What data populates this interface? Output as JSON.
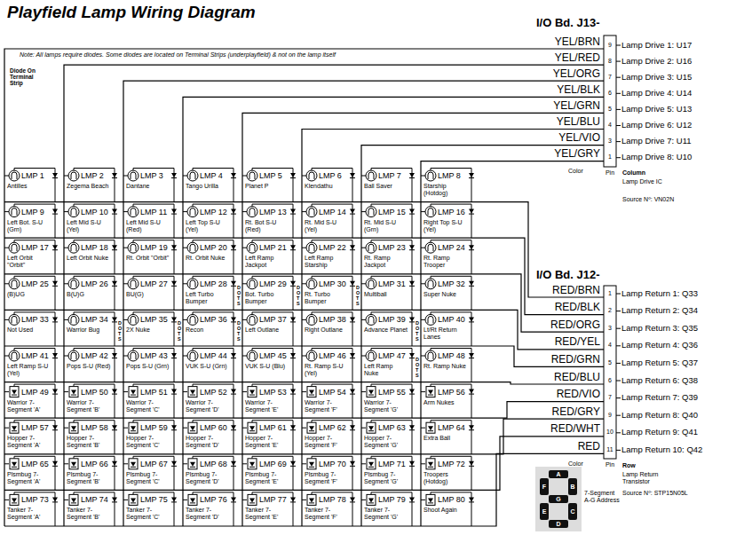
{
  "diagram": {
    "title": "Playfield Lamp Wiring Diagram",
    "nodes": [
      {
        "text": [
          "LMP 1",
          "Antilles"
        ]
      },
      {
        "text": [
          "LMP 2",
          "Zegema Beach"
        ]
      },
      {
        "text": [
          "LMP 3",
          "Dantane"
        ]
      },
      {
        "text": [
          "LMP 4",
          "Tango Urilla"
        ]
      },
      {
        "text": [
          "LMP 5",
          "Planet P"
        ]
      },
      {
        "text": [
          "LMP 6",
          "Klendathu"
        ]
      },
      {
        "text": [
          "LMP 7",
          "Ball Saver"
        ]
      },
      {
        "text": [
          "LMP 8",
          "Starship (Hotdog)"
        ]
      },
      {
        "text": [
          "LMP 9",
          "Left Bot. S-U (Grn)"
        ]
      },
      {
        "text": [
          "LMP 10",
          "Left Mid S-U (Yel)"
        ]
      },
      {
        "text": [
          "LMP 11",
          "Left Mid S-U (Red)"
        ]
      },
      {
        "text": [
          "LMP 12",
          "Left Top S-U (Yel)"
        ]
      },
      {
        "text": [
          "LMP 13",
          "Rt. Bot S-U (Red)"
        ]
      },
      {
        "text": [
          "LMP 14",
          "Rt. Mid S-U (Yel)"
        ]
      },
      {
        "text": [
          "LMP 15",
          "Rt. Mid S-U (Grn)"
        ]
      },
      {
        "text": [
          "LMP 16",
          "Right Top S-U (Yel)"
        ]
      },
      {
        "text": [
          "LMP 17",
          "Left Orbit \"Orbit\""
        ]
      },
      {
        "text": [
          "LMP 18",
          "Left Orbit Nuke"
        ]
      },
      {
        "text": [
          "LMP 19",
          "Rt. Orbit \"Orbit\""
        ]
      },
      {
        "text": [
          "LMP 20",
          "Rt. Orbit Nuke"
        ]
      },
      {
        "text": [
          "LMP 21",
          "Left Ramp Jackpot"
        ]
      },
      {
        "text": [
          "LMP 22",
          "Left Ramp Starship"
        ]
      },
      {
        "text": [
          "LMP 23",
          "Rt. Ramp Jackpot"
        ]
      },
      {
        "text": [
          "LMP 24",
          "Rt. Ramp Trooper"
        ]
      },
      {
        "text": [
          "LMP 25",
          "(B)UG"
        ]
      },
      {
        "text": [
          "LMP 26",
          "B(U)G"
        ]
      },
      {
        "text": [
          "LMP 27",
          "BU(G)"
        ]
      },
      {
        "text": [
          "LMP 28",
          "Left Turbo Bumper"
        ]
      },
      {
        "text": [
          "LMP 29",
          "Bot. Turbo Bumper"
        ]
      },
      {
        "text": [
          "LMP 30",
          "Rt. Turbo Bumper"
        ]
      },
      {
        "text": [
          "LMP 31",
          "Multiball"
        ]
      },
      {
        "text": [
          "LMP 32",
          "Super Nuke"
        ]
      },
      {
        "text": [
          "LMP 33",
          "Not Used"
        ]
      },
      {
        "text": [
          "LMP 34",
          "Warrior Bug"
        ]
      },
      {
        "text": [
          "LMP 35",
          "2X Nuke"
        ]
      },
      {
        "text": [
          "LMP 36",
          "Recon"
        ]
      },
      {
        "text": [
          "LMP 37",
          "Left Outlane"
        ]
      },
      {
        "text": [
          "LMP 38",
          "Right Outlane"
        ]
      },
      {
        "text": [
          "LMP 39",
          "Advance Planet"
        ]
      },
      {
        "text": [
          "LMP 40",
          "Lt/Rt Return Lanes"
        ]
      },
      {
        "text": [
          "LMP 41",
          "Left Ramp S-U (Yel)"
        ]
      },
      {
        "text": [
          "LMP 42",
          "Pops S-U (Red)"
        ]
      },
      {
        "text": [
          "LMP 43",
          "Pops S-U (Grn)"
        ]
      },
      {
        "text": [
          "LMP 44",
          "VUK S-U (Grn)"
        ]
      },
      {
        "text": [
          "LMP 45",
          "VUK S-U (Blu)"
        ]
      },
      {
        "text": [
          "LMP 46",
          "Rt. Ramp S-U (Yel)"
        ]
      },
      {
        "text": [
          "LMP 47",
          "Left Ramp Nuke"
        ]
      },
      {
        "text": [
          "LMP 48",
          "Rt. Ramp Nuke"
        ]
      },
      {
        "text": [
          "LMP 49",
          "Warrior 7-Segment 'A'"
        ]
      },
      {
        "text": [
          "LMP 50",
          "Warrior 7-Segment 'B'"
        ]
      },
      {
        "text": [
          "LMP 51",
          "Warrior 7-Segment 'C'"
        ]
      },
      {
        "text": [
          "LMP 52",
          "Warrior 7-Segment 'D'"
        ]
      },
      {
        "text": [
          "LMP 53",
          "Warrior 7-Segment 'E'"
        ]
      },
      {
        "text": [
          "LMP 54",
          "Warrior 7-Segment 'F'"
        ]
      },
      {
        "text": [
          "LMP 55",
          "Warrior 7-Segment 'G'"
        ]
      },
      {
        "text": [
          "LMP 56",
          "Arm Nukes"
        ]
      },
      {
        "text": [
          "LMP 57",
          "Hopper 7-Segment 'A'"
        ]
      },
      {
        "text": [
          "LMP 58",
          "Hopper 7-Segment 'B'"
        ]
      },
      {
        "text": [
          "LMP 59",
          "Hopper 7-Segment 'C'"
        ]
      },
      {
        "text": [
          "LMP 60",
          "Hopper 7-Segment 'D'"
        ]
      },
      {
        "text": [
          "LMP 61",
          "Hopper 7-Segment 'E'"
        ]
      },
      {
        "text": [
          "LMP 62",
          "Hopper 7-Segment 'F'"
        ]
      },
      {
        "text": [
          "LMP 63",
          "Hopper 7-Segment 'G'"
        ]
      },
      {
        "text": [
          "LMP 64",
          "Extra Ball"
        ]
      },
      {
        "text": [
          "LMP 65",
          "Plsmbug 7-Segment 'A'"
        ]
      },
      {
        "text": [
          "LMP 66",
          "Plsmbug 7-Segment 'B'"
        ]
      },
      {
        "text": [
          "LMP 67",
          "Plsmbug 7-Segment 'C'"
        ]
      },
      {
        "text": [
          "LMP 68",
          "Plsmbug 7-Segment 'D'"
        ]
      },
      {
        "text": [
          "LMP 69",
          "Plsmbug 7-Segment 'E'"
        ]
      },
      {
        "text": [
          "LMP 70",
          "Plsmbug 7-Segment 'F'"
        ]
      },
      {
        "text": [
          "LMP 71",
          "Plsmbug 7-Segment 'G'"
        ]
      },
      {
        "text": [
          "LMP 72",
          "Troopers (Hotdog)"
        ]
      },
      {
        "text": [
          "LMP 73",
          "Tanker 7-Segment 'A'"
        ]
      },
      {
        "text": [
          "LMP 74",
          "Tanker 7-Segment 'B'"
        ]
      },
      {
        "text": [
          "LMP 75",
          "Tanker 7-Segment 'C'"
        ]
      },
      {
        "text": [
          "LMP 76",
          "Tanker 7-Segment 'D'"
        ]
      },
      {
        "text": [
          "LMP 77",
          "Tanker 7-Segment 'E'"
        ]
      },
      {
        "text": [
          "LMP 78",
          "Tanker 7-Segment 'F'"
        ]
      },
      {
        "text": [
          "LMP 79",
          "Tanker 7-Segment 'G'"
        ]
      },
      {
        "text": [
          "LMP 80",
          "Shoot Again"
        ]
      }
    ],
    "labels": [
      "Note: All lamps require diodes. Some diodes are located on Terminal Strips (underplayfield) & not on the lamp itself",
      "Diode On Terminal Strip",
      "I/O Bd. J13-",
      "YEL/BRN",
      "YEL/RED",
      "YEL/ORG",
      "YEL/BLK",
      "YEL/GRN",
      "YEL/BLU",
      "YEL/VIO",
      "YEL/GRY",
      "9",
      "8",
      "7",
      "6",
      "5",
      "4",
      "3",
      "1",
      "Lamp Drive 1: U17",
      "Lamp Drive 2: U16",
      "Lamp Drive 3: U15",
      "Lamp Drive 4: U14",
      "Lamp Drive 5: U13",
      "Lamp Drive 6: U12",
      "Lamp Drive 7: U11",
      "Lamp Drive 8: U10",
      "Color",
      "Pin",
      "Column",
      "Lamp Drive IC",
      "Source Nº: VN02N",
      "I/O Bd. J12-",
      "RED/BRN",
      "RED/BLK",
      "RED/ORG",
      "RED/YEL",
      "RED/GRN",
      "RED/BLU",
      "RED/VIO",
      "RED/GRY",
      "RED/WHT",
      "RED",
      "1",
      "2",
      "3",
      "4",
      "5",
      "6",
      "7",
      "9",
      "10",
      "11",
      "Lamp Return 1: Q33",
      "Lamp Return 2: Q34",
      "Lamp Return 3: Q35",
      "Lamp Return 4: Q36",
      "Lamp Return 5: Q37",
      "Lamp Return 6: Q38",
      "Lamp Return 7: Q39",
      "Lamp Return 8: Q40",
      "Lamp Return 9: Q41",
      "Lamp Return 10: Q42",
      "Color",
      "Pin",
      "Row",
      "Lamp Return Transistor",
      "Source Nº: STP15N05L",
      "A",
      "B",
      "C",
      "D",
      "E",
      "F",
      "G",
      "7-Segment A-G Address",
      "DOTS",
      "DOTS",
      "DOTS",
      "DOTS",
      "DOTS",
      "DOTS",
      "DOTS",
      "DOTS"
    ]
  }
}
